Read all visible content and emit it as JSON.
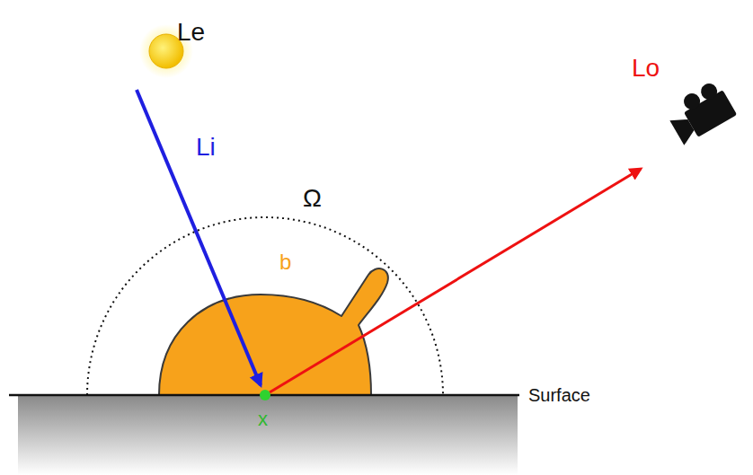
{
  "diagram": {
    "nodes": [
      {
        "text": [
          "b"
        ]
      }
    ],
    "labels": [
      "Le",
      "Li",
      "Ω",
      "Lo",
      "Surface",
      "x"
    ]
  }
}
